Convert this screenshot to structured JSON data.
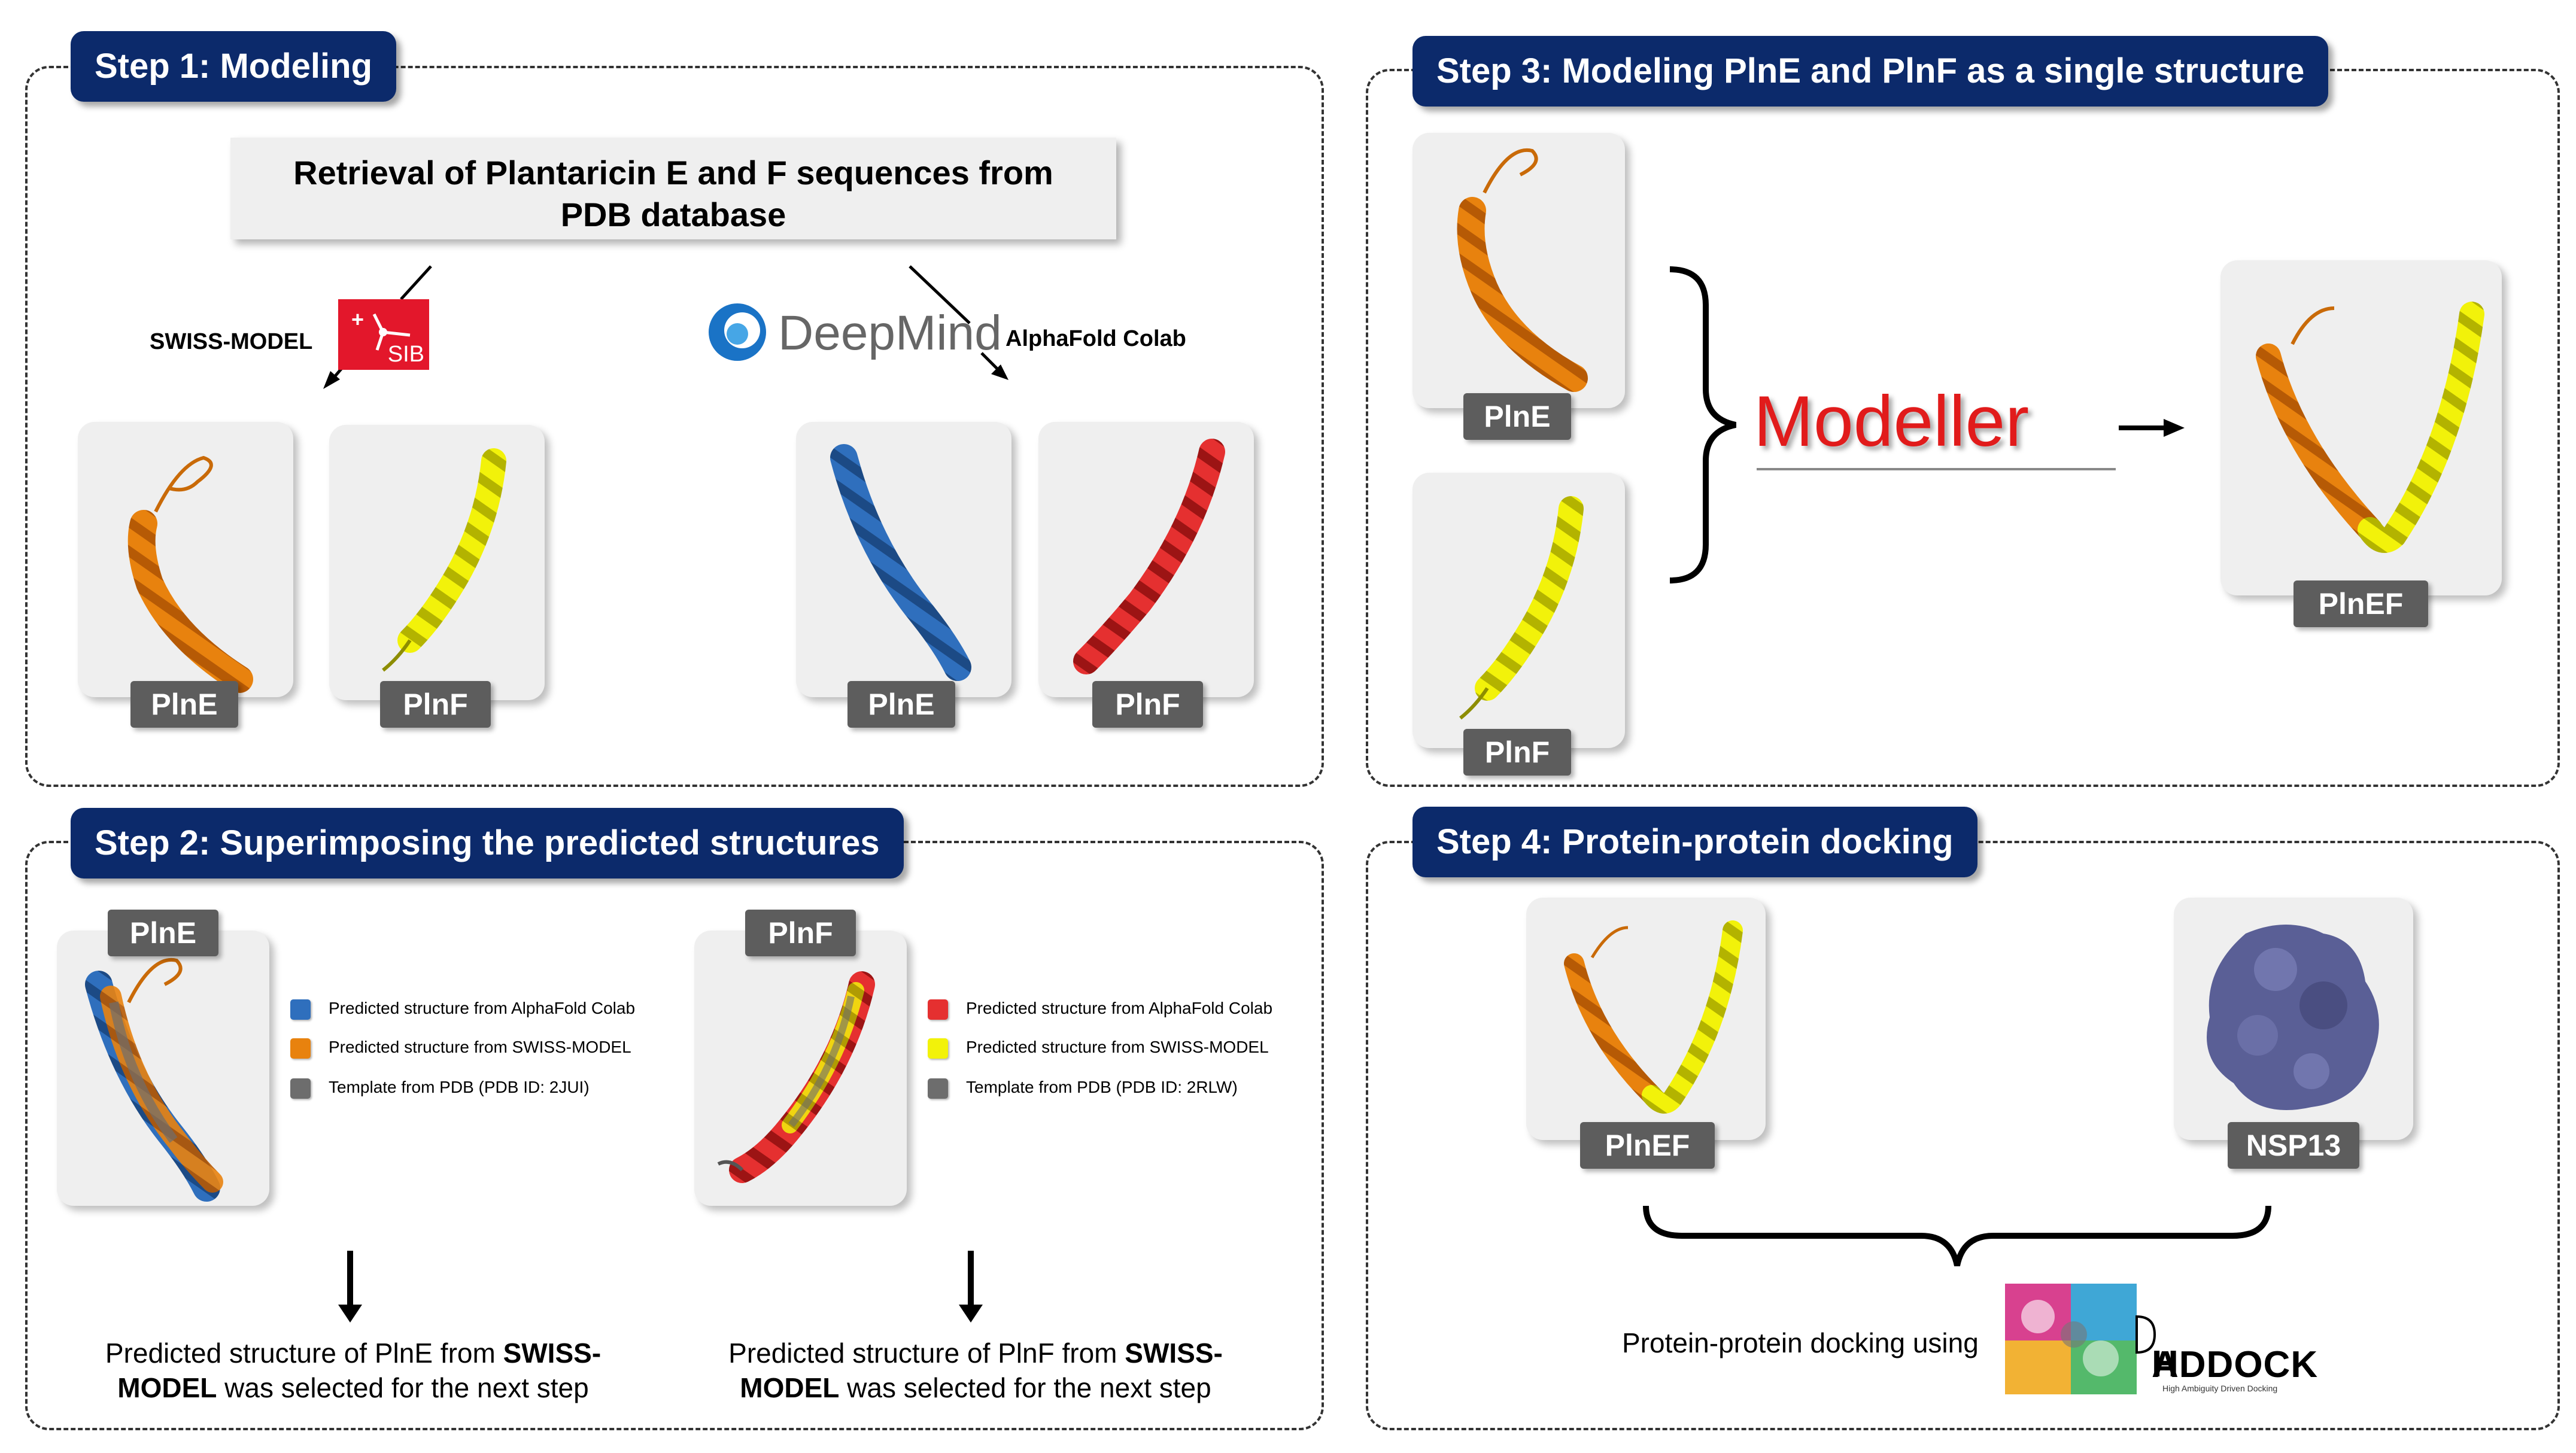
{
  "step1": {
    "title": "Step 1: Modeling",
    "retrieval_line1": "Retrieval of Plantaricin E and F sequences from",
    "retrieval_line2": "PDB database",
    "swiss_label": "SWISS-MODEL",
    "sib_logo_text": "SIB",
    "deepmind_logo_text": "DeepMind",
    "alphafold_label": "AlphaFold Colab",
    "tags": [
      "PlnE",
      "PlnF",
      "PlnE",
      "PlnF"
    ]
  },
  "step2": {
    "title": "Step 2: Superimposing the predicted structures",
    "left": {
      "tag": "PlnE",
      "legend": [
        "Predicted structure from AlphaFold Colab",
        "Predicted structure from SWISS-MODEL",
        "Template from PDB (PDB ID: 2JUI)"
      ],
      "caption_pre": "Predicted structure of PlnE from ",
      "caption_bold1": "SWISS-",
      "caption_bold2": "MODEL",
      "caption_post": " was selected for the next step"
    },
    "right": {
      "tag": "PlnF",
      "legend": [
        "Predicted structure from AlphaFold Colab",
        "Predicted structure from SWISS-MODEL",
        "Template from PDB (PDB ID: 2RLW)"
      ],
      "caption_pre": "Predicted structure of PlnF from ",
      "caption_bold1": "SWISS-",
      "caption_bold2": "MODEL",
      "caption_post": " was selected for the next step"
    },
    "legend_colors": [
      "#2f6fbd",
      "#e8820e",
      "#6d6d6d"
    ],
    "legend_colors_right": [
      "#e53030",
      "#f2f20a",
      "#6d6d6d"
    ]
  },
  "step3": {
    "title": "Step 3: Modeling PlnE and PlnF as a single structure",
    "tag_e": "PlnE",
    "tag_f": "PlnF",
    "modeller": "Modeller",
    "tag_ef": "PlnEF"
  },
  "step4": {
    "title": "Step 4: Protein-protein docking",
    "tag_ef": "PlnEF",
    "tag_nsp": "NSP13",
    "docking_label": "Protein-protein docking using",
    "haddock_text": "ADDOCK",
    "haddock_sub": "High Ambiguity Driven Docking"
  },
  "colors": {
    "orange": "#e8820e",
    "yellow": "#f2f20a",
    "blue": "#2f6fbd",
    "red": "#e53030",
    "nsp13": "#5a5f96",
    "title_bg": "#0c2a6b"
  }
}
